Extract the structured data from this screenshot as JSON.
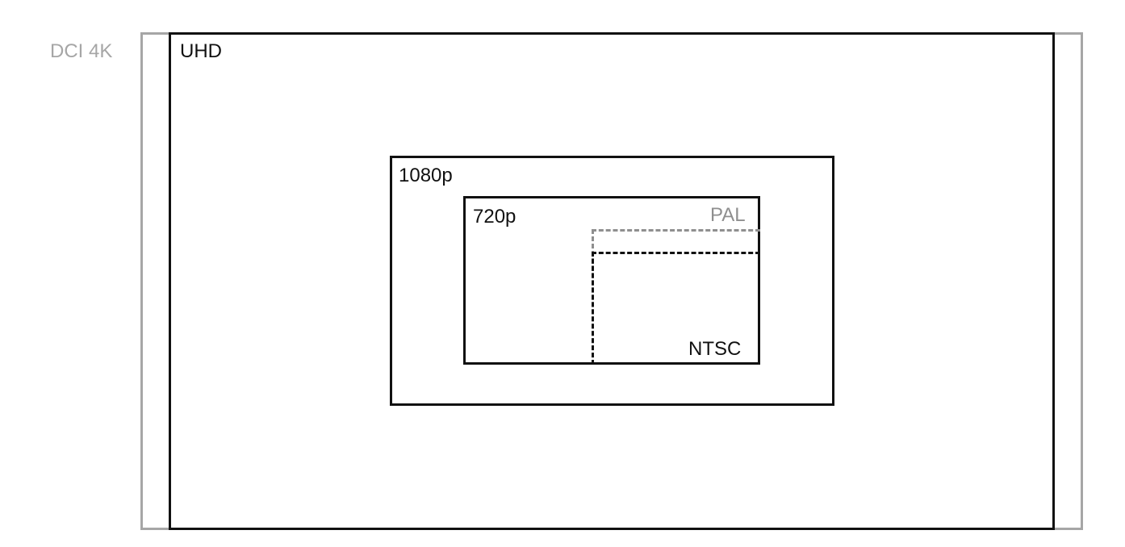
{
  "colors": {
    "primary": "#111111",
    "muted": "#a6a6a6",
    "pal": "#8f8f8f"
  },
  "formats": {
    "dci4k": {
      "label": "DCI 4K"
    },
    "uhd": {
      "label": "UHD"
    },
    "hd1080": {
      "label": "1080p"
    },
    "hd720": {
      "label": "720p"
    },
    "pal": {
      "label": "PAL"
    },
    "ntsc": {
      "label": "NTSC"
    }
  }
}
